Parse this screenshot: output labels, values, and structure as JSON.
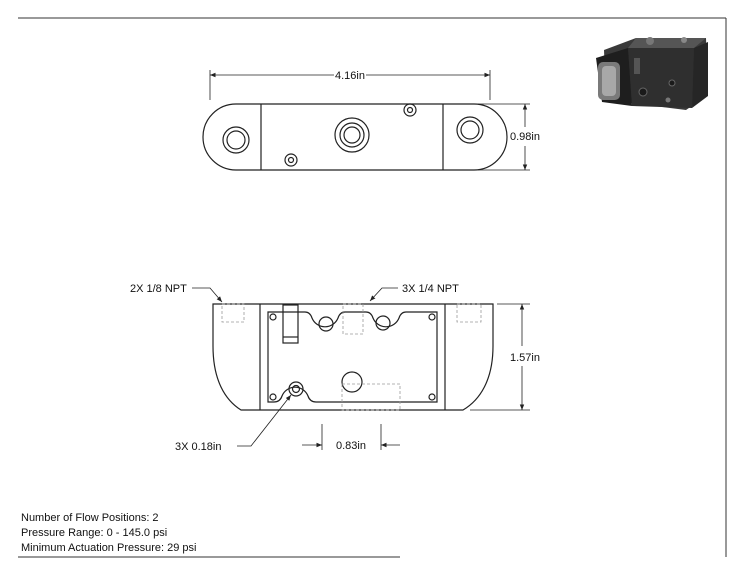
{
  "top_view": {
    "width_label": "4.16in",
    "height_label": "0.98in"
  },
  "side_view": {
    "callout_left": "2X 1/8 NPT",
    "callout_right": "3X 1/4 NPT",
    "height_label": "1.57in",
    "hole_callout": "3X 0.18in",
    "spacing_label": "0.83in"
  },
  "specs": {
    "flow_positions": "Number of Flow Positions: 2",
    "pressure_range": "Pressure Range: 0 - 145.0 psi",
    "min_actuation": "Minimum Actuation Pressure: 29 psi"
  },
  "colors": {
    "line": "#222222",
    "hidden": "#9a9a9a",
    "render_body": "#2b2b2b"
  }
}
